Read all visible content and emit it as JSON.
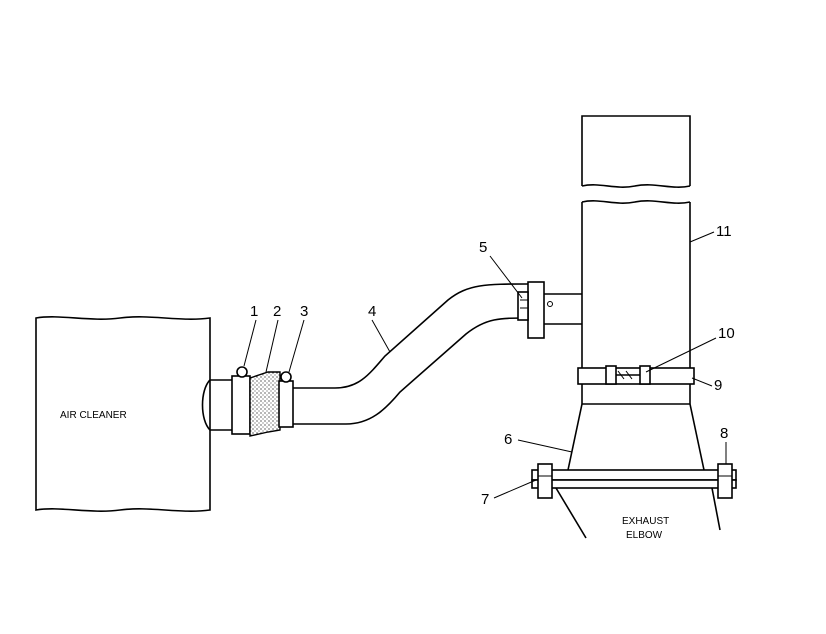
{
  "labels": {
    "air_cleaner": "AIR CLEANER",
    "exhaust_elbow_line1": "EXHAUST",
    "exhaust_elbow_line2": "ELBOW"
  },
  "callouts": {
    "c1": "1",
    "c2": "2",
    "c3": "3",
    "c4": "4",
    "c5": "5",
    "c6": "6",
    "c7": "7",
    "c8": "8",
    "c9": "9",
    "c10": "10",
    "c11": "11"
  }
}
